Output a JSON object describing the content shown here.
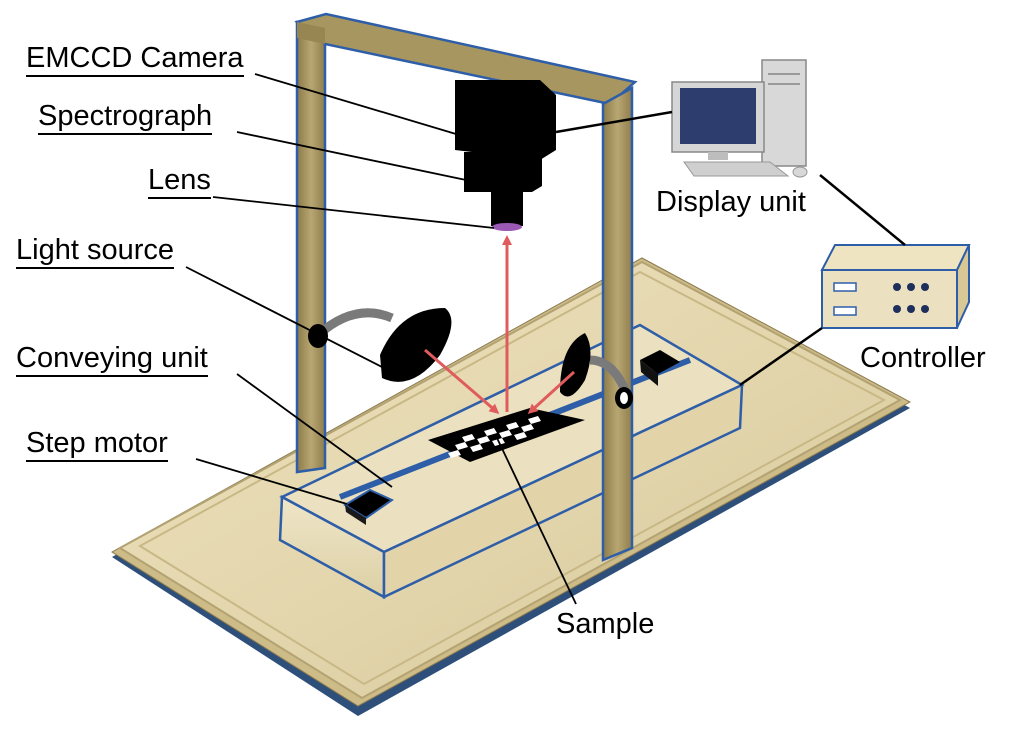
{
  "labels": {
    "camera": "EMCCD Camera",
    "spectrograph": "Spectrograph",
    "lens": "Lens",
    "light_source": "Light source",
    "conveying_unit": "Conveying unit",
    "step_motor": "Step motor",
    "display_unit": "Display unit",
    "controller": "Controller",
    "sample": "Sample"
  },
  "colors": {
    "base_plate": "#e4d6a8",
    "base_shadow": "#2e4f7a",
    "frame": "#a89660",
    "frame_edge": "#2e5ea8",
    "beam_arrow": "#e05c5c",
    "device_black": "#000000"
  }
}
